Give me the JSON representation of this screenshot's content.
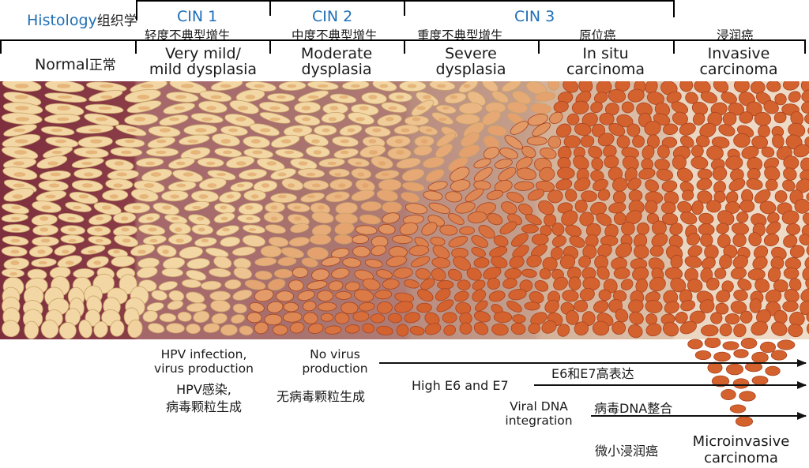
{
  "header": {
    "histology_label": "Histology",
    "histology_cn": "组织学",
    "cin1": "CIN 1",
    "cin1_cn": "轻度不典型增生",
    "cin2": "CIN 2",
    "cin2_cn": "中度不典型增生",
    "cin3": "CIN 3",
    "cin3_cn_severe": "重度不典型增生",
    "cin3_cn_insitu": "原位癌",
    "invasive_cn": "浸润癌"
  },
  "stages": {
    "normal": {
      "label": "Normal",
      "cn": "正常"
    },
    "mild": {
      "line1": "Very mild/",
      "line2": "mild dysplasia"
    },
    "moderate": {
      "line1": "Moderate",
      "line2": "dysplasia"
    },
    "severe": {
      "line1": "Severe",
      "line2": "dysplasia"
    },
    "insitu": {
      "line1": "In situ",
      "line2": "carcinoma"
    },
    "invasive": {
      "line1": "Invasive",
      "line2": "carcinoma"
    }
  },
  "annotations": {
    "hpv_line1": "HPV infection,",
    "hpv_line2": "virus production",
    "hpv_cn1": "HPV感染,",
    "hpv_cn2": "病毒颗粒生成",
    "novirus_line1": "No virus",
    "novirus_line2": "production",
    "novirus_cn": "无病毒颗粒生成",
    "e6e7_label": "High E6 and E7",
    "e6e7_cn": "E6和E7高表达",
    "viral_line1": "Viral DNA",
    "viral_line2": "integration",
    "viral_cn": "病毒DNA整合",
    "micro_cn": "微小浸润癌",
    "micro_line1": "Microinvasive",
    "micro_line2": "carcinoma"
  },
  "colors": {
    "normal_bg": "#7e2f3e",
    "mild_bg": "#a5676a",
    "severe_bg": "#b98c80",
    "insitu_bg": "#d4b29a",
    "invasive_bg": "#ead5c0",
    "pale_cell": "#f2d7a4",
    "cancer_cell": "#d4622f",
    "accent_blue": "#1f6fb5"
  }
}
